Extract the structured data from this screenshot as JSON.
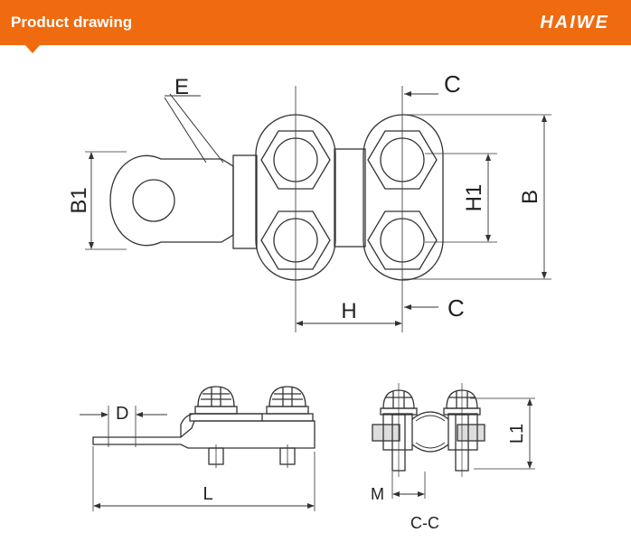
{
  "header": {
    "title": "Product drawing",
    "logo": "HAIWE",
    "background_color": "#f06a10"
  },
  "drawing": {
    "top_view_labels": {
      "E": "E",
      "B1": "B1",
      "H1": "H1",
      "B": "B",
      "H": "H",
      "C_top": "C",
      "C_bottom": "C"
    },
    "side_view_labels": {
      "D": "D",
      "L": "L"
    },
    "section_view_labels": {
      "L1": "L1",
      "M": "M",
      "caption": "C-C"
    }
  }
}
